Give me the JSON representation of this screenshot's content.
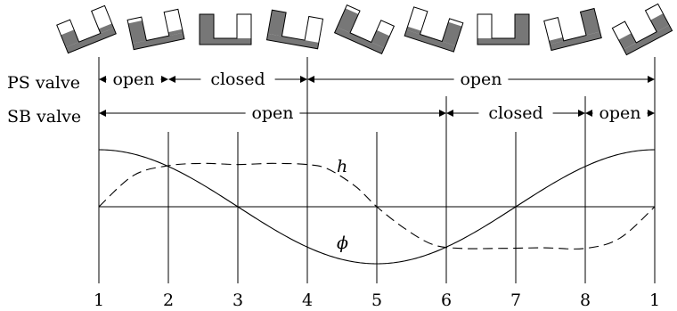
{
  "rows": {
    "ps": {
      "label": "PS valve",
      "segments": [
        {
          "from": 1,
          "to": 2,
          "state": "open"
        },
        {
          "from": 2,
          "to": 4,
          "state": "closed"
        },
        {
          "from": 4,
          "to": 9,
          "state": "open"
        }
      ]
    },
    "sb": {
      "label": "SB valve",
      "segments": [
        {
          "from": 1,
          "to": 6,
          "state": "open"
        },
        {
          "from": 6,
          "to": 8,
          "state": "closed"
        },
        {
          "from": 8,
          "to": 9,
          "state": "open"
        }
      ]
    }
  },
  "curves": {
    "h_label": "h",
    "phi_label": "ϕ"
  },
  "ticks": [
    "1",
    "2",
    "3",
    "4",
    "5",
    "6",
    "7",
    "8",
    "1"
  ],
  "glyph_tilts_deg": [
    -22,
    -12,
    0,
    10,
    24,
    18,
    0,
    -14,
    -28
  ],
  "glyph_fill": "#777777",
  "glyph_water": [
    {
      "left": 0.55,
      "right": 0.2
    },
    {
      "left": 0.85,
      "right": 0.15
    },
    {
      "left": 1.0,
      "right": 0.0
    },
    {
      "left": 1.0,
      "right": 0.0
    },
    {
      "left": 0.85,
      "right": 0.55
    },
    {
      "left": 0.15,
      "right": 0.85
    },
    {
      "left": 0.0,
      "right": 1.0
    },
    {
      "left": 0.15,
      "right": 1.0
    },
    {
      "left": 0.45,
      "right": 0.55
    }
  ]
}
